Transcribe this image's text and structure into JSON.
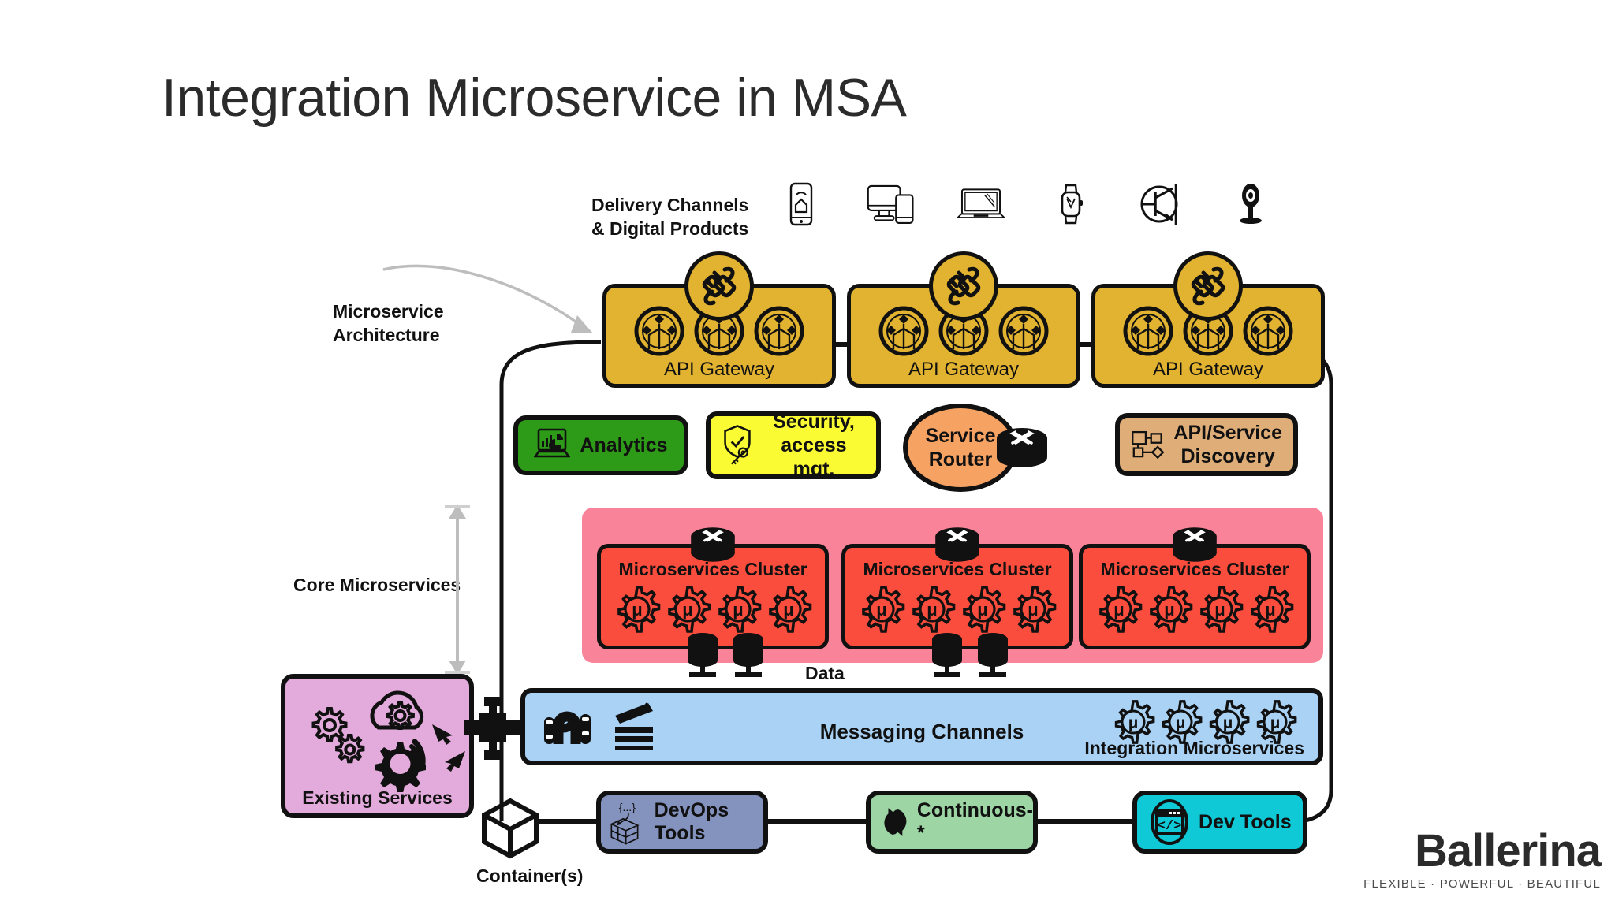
{
  "title": "Integration Microservice in MSA",
  "labels": {
    "delivery": "Delivery Channels\n& Digital Products",
    "msa": "Microservice\nArchitecture",
    "core": "Core Microservices",
    "container": "Container(s)",
    "data": "Data",
    "existing_services": "Existing Services",
    "messaging_channels": "Messaging Channels",
    "integration_microservices": "Integration Microservices"
  },
  "delivery_devices": [
    {
      "icon": "smart-home-phone-icon",
      "name": "smart-home-phone"
    },
    {
      "icon": "desktop-mobile-icon",
      "name": "desktop-and-mobile"
    },
    {
      "icon": "laptop-icon",
      "name": "laptop"
    },
    {
      "icon": "smartwatch-icon",
      "name": "smartwatch"
    },
    {
      "icon": "iot-transistor-icon",
      "name": "iot-device"
    },
    {
      "icon": "camera-icon",
      "name": "camera"
    }
  ],
  "api_gateways": [
    {
      "label": "API Gateway",
      "services": 3,
      "badge": "plug-connector-icon"
    },
    {
      "label": "API Gateway",
      "services": 3,
      "badge": "plug-connector-icon"
    },
    {
      "label": "API Gateway",
      "services": 3,
      "badge": "plug-connector-icon"
    }
  ],
  "platform_services": {
    "analytics": {
      "label": "Analytics",
      "icon": "chart-laptop-icon",
      "color": "#2E9B18"
    },
    "security": {
      "label": "Security,\naccess mgt.",
      "icon": "shield-key-icon",
      "color": "#FAFB33"
    },
    "service_router": {
      "label": "Service\nRouter",
      "icon": "router-icon",
      "color": "#F5A263"
    },
    "discovery": {
      "label": "API/Service\nDiscovery",
      "icon": "node-graph-icon",
      "color": "#DFAE78"
    }
  },
  "clusters": [
    {
      "label": "Microservices Cluster",
      "gears": 4,
      "gear_glyph": "μ",
      "router": "router-icon",
      "databases": 2
    },
    {
      "label": "Microservices Cluster",
      "gears": 4,
      "gear_glyph": "μ",
      "router": "router-icon",
      "databases": 2
    },
    {
      "label": "Microservices Cluster",
      "gears": 4,
      "gear_glyph": "μ",
      "router": "router-icon",
      "databases": 0
    }
  ],
  "messaging": {
    "title": "Messaging Channels",
    "left_icons": [
      "message-queue-icon",
      "channel-stack-icon"
    ],
    "integration_gears": 4,
    "gear_glyph": "μ",
    "integration_label": "Integration Microservices",
    "color": "#A9D2F5"
  },
  "existing": {
    "label": "Existing Services",
    "icons": [
      "cloud-gear-icon",
      "gears-icon",
      "service-gear-icon"
    ],
    "arrows": 2,
    "color": "#E3ABDB"
  },
  "tools": [
    {
      "label": "DevOps Tools",
      "icon": "package-braces-icon",
      "color": "#8492BE"
    },
    {
      "label": "Continuous-*",
      "icon": "cycle-arrows-icon",
      "color": "#9DD6A4"
    },
    {
      "label": "Dev Tools",
      "icon": "code-window-icon",
      "color": "#0FC9D6"
    }
  ],
  "container": {
    "label": "Container(s)",
    "icon": "cube-icon"
  },
  "logo": {
    "name": "Ballerina",
    "tagline": "FLEXIBLE ·  POWERFUL ·  BEAUTIFUL"
  },
  "colors": {
    "gateway": "#E2B331",
    "cluster": "#FB4D3D",
    "cluster_band": "#F98398",
    "messaging": "#A9D2F5",
    "existing": "#E3ABDB",
    "outline": "#111111"
  }
}
